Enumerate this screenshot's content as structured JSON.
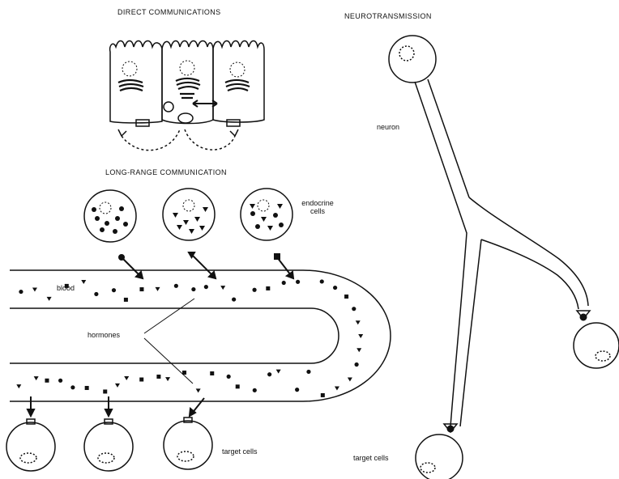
{
  "headings": {
    "direct": "DIRECT COMMUNICATIONS",
    "neuro": "NEUROTRANSMISSION",
    "long_range": "LONG-RANGE COMMUNICATION"
  },
  "labels": {
    "endocrine_line1": "endocrine",
    "endocrine_line2": "cells",
    "blood": "blood",
    "hormones": "hormones",
    "target_cells_left": "target cells",
    "neuron": "neuron",
    "target_cells_right": "target cells"
  },
  "colors": {
    "ink": "#111111",
    "paper": "#ffffff"
  }
}
